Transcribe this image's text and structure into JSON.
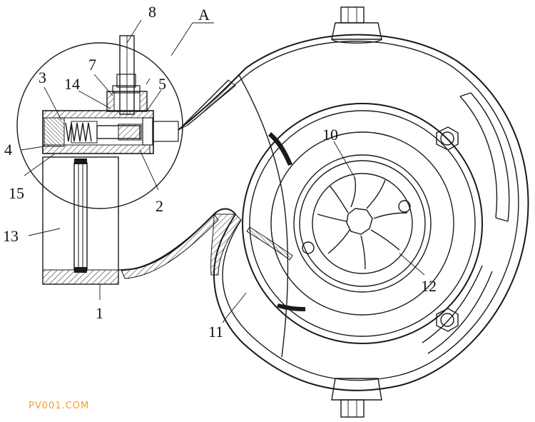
{
  "labels": {
    "n1": "1",
    "n2": "2",
    "n3": "3",
    "n4": "4",
    "n5": "5",
    "n7": "7",
    "n8": "8",
    "n10": "10",
    "n11": "11",
    "n12": "12",
    "n13": "13",
    "n14": "14",
    "n15": "15",
    "detail": "A"
  },
  "watermark": "PV001.COM",
  "colors": {
    "line": "#1a1a1a",
    "watermark": "#f0a030",
    "background": "#ffffff"
  }
}
